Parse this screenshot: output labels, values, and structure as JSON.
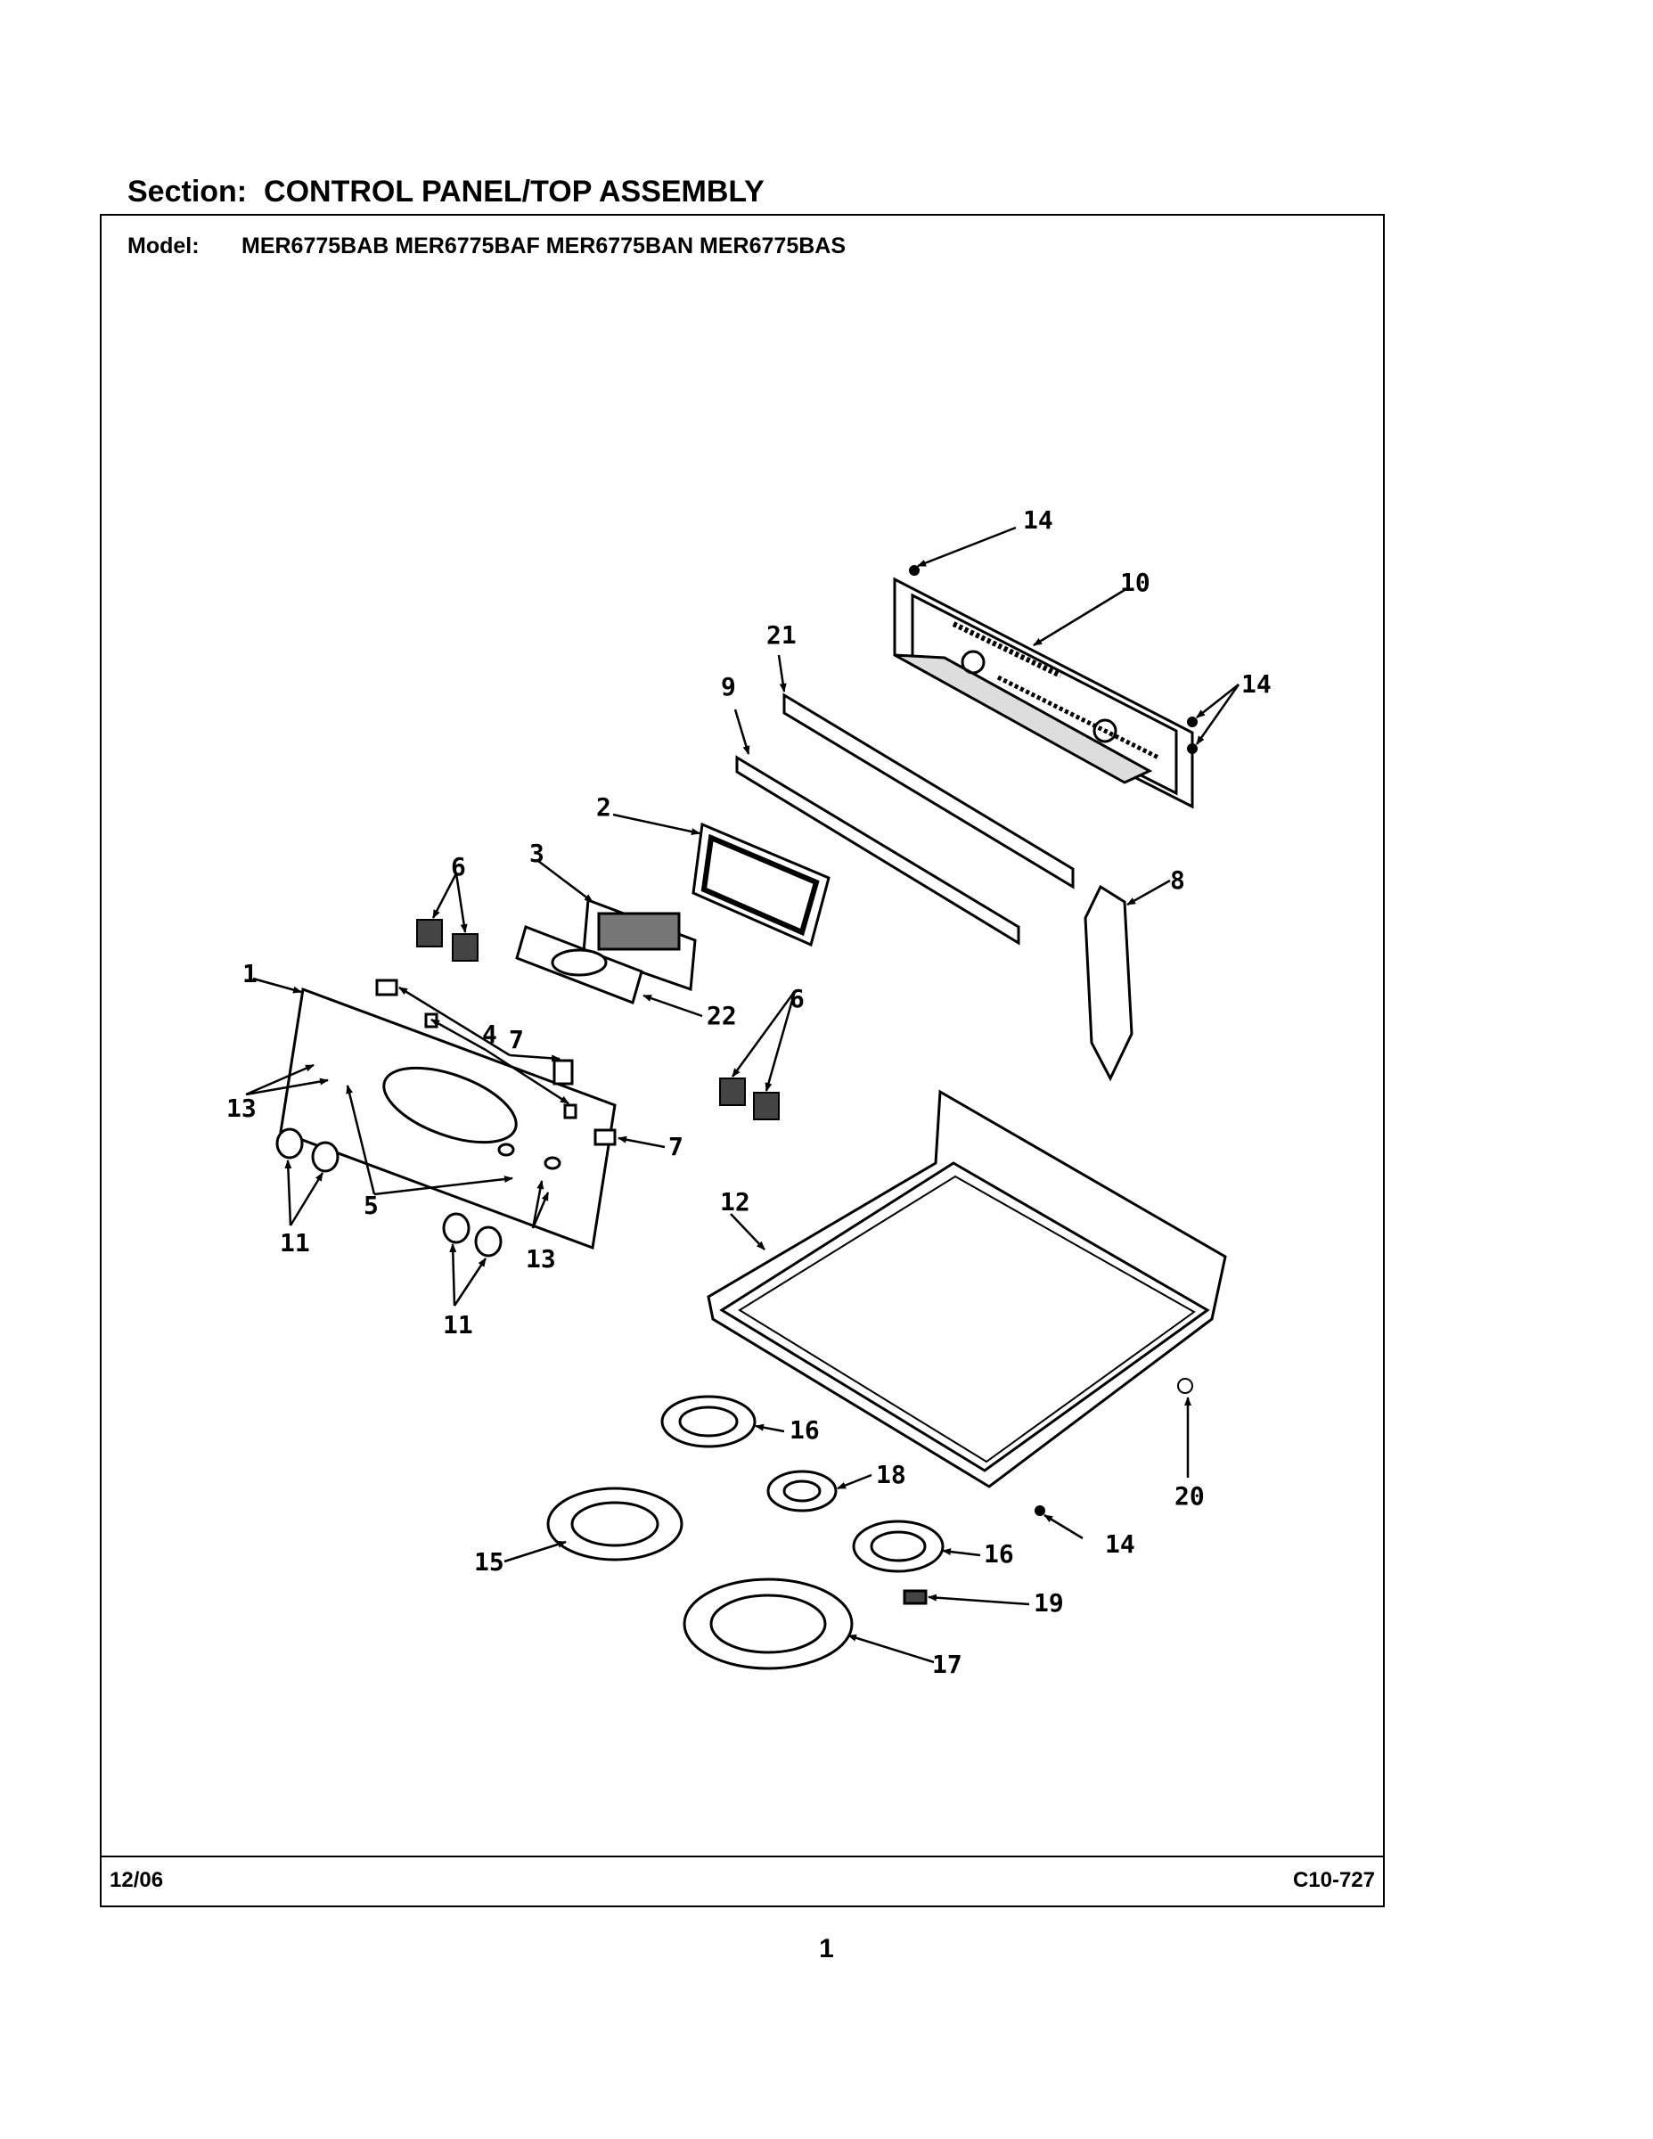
{
  "header": {
    "section_label": "Section:",
    "section_name": "CONTROL PANEL/TOP ASSEMBLY",
    "model_label": "Model:",
    "models": "MER6775BAB MER6775BAF MER6775BAN MER6775BAS"
  },
  "footer": {
    "date": "12/06",
    "code": "C10-727",
    "page_number": "1"
  },
  "callouts": [
    "14",
    "10",
    "21",
    "9",
    "14",
    "2",
    "3",
    "6",
    "8",
    "1",
    "22",
    "7",
    "4",
    "13",
    "6",
    "7",
    "11",
    "5",
    "12",
    "13",
    "11",
    "16",
    "18",
    "20",
    "14",
    "15",
    "16",
    "19",
    "17"
  ]
}
